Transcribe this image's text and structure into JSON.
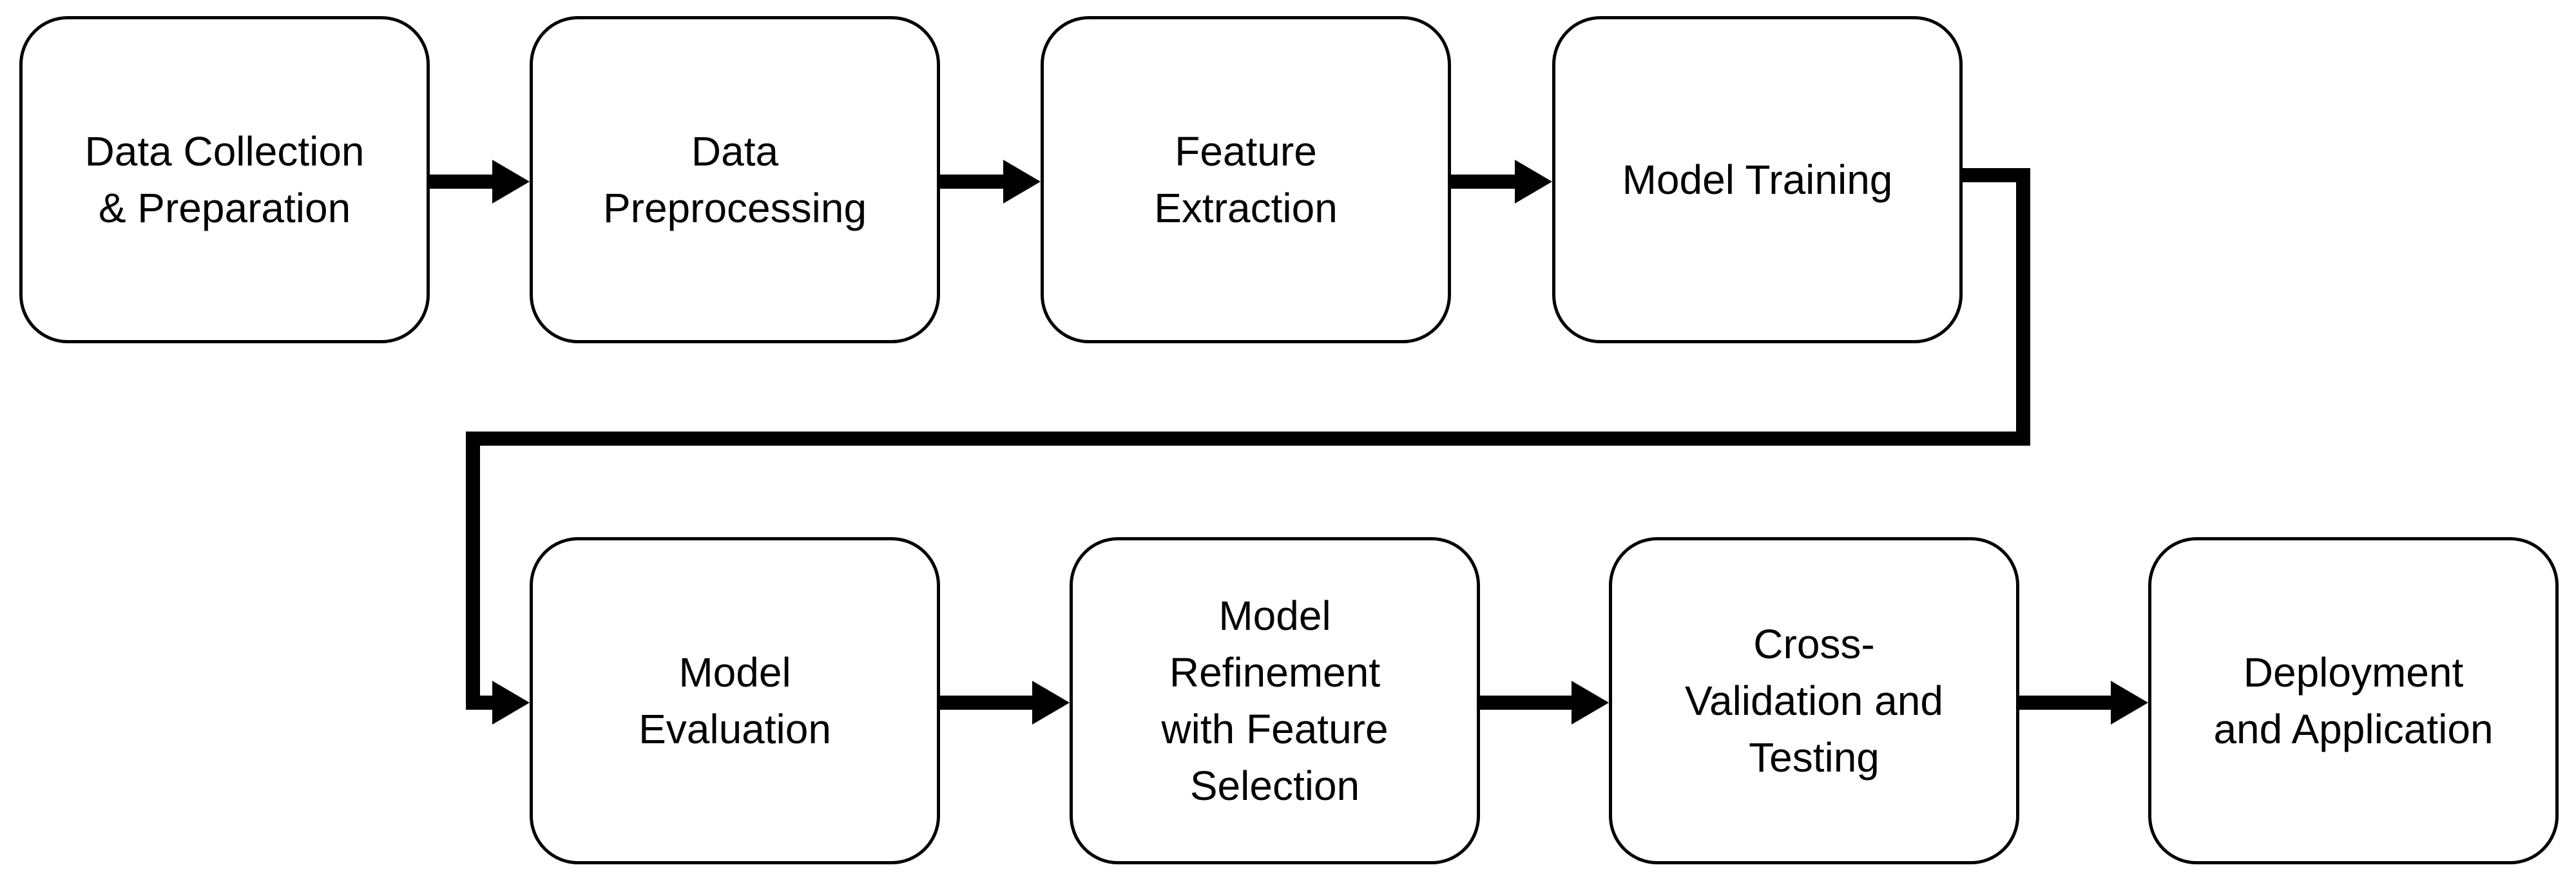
{
  "diagram": {
    "steps": [
      {
        "label": "Data Collection\n& Preparation"
      },
      {
        "label": "Data\nPreprocessing"
      },
      {
        "label": "Feature\nExtraction"
      },
      {
        "label": "Model Training"
      },
      {
        "label": "Model\nEvaluation"
      },
      {
        "label": "Model\nRefinement\nwith Feature\nSelection"
      },
      {
        "label": "Cross-\nValidation and\nTesting"
      },
      {
        "label": "Deployment\nand Application"
      }
    ],
    "colors": {
      "stroke": "#000000",
      "fill": "#ffffff",
      "text": "#000000"
    }
  }
}
